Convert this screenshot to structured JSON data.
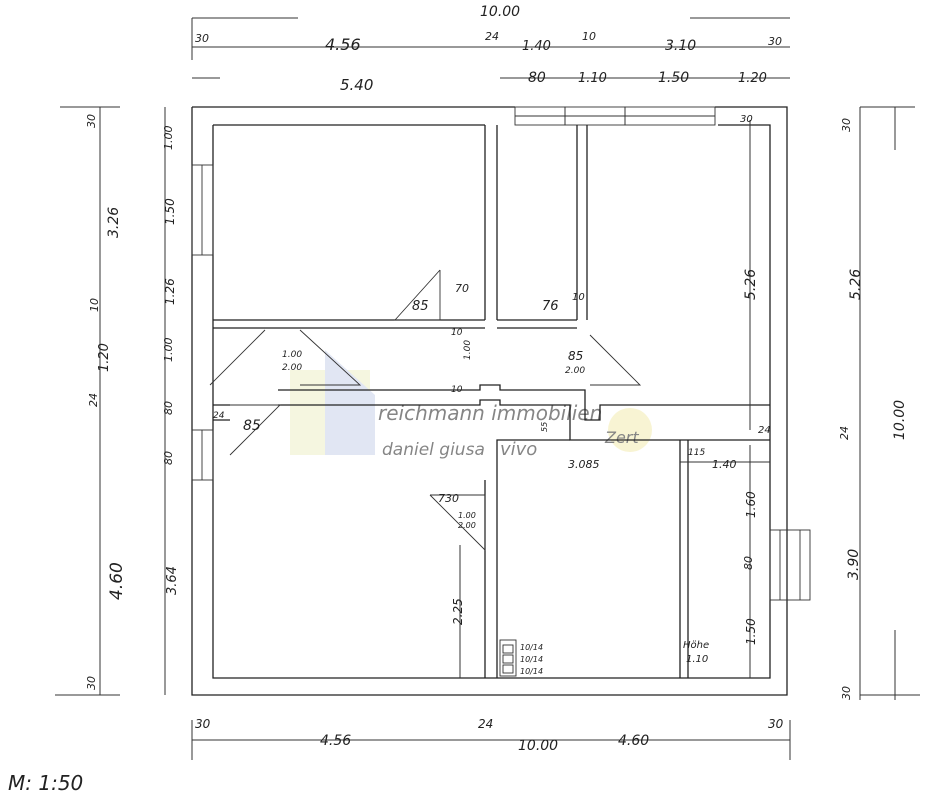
{
  "labels": {
    "top_total": "10.00",
    "top_left_room": "4.56",
    "top_left_offset": "30",
    "top_24": "24",
    "top_140": "1.40",
    "top_10": "10",
    "top_310": "3.10",
    "top_right_30": "30",
    "top_540": "5.40",
    "top_80": "80",
    "top_110": "1.10",
    "top_150": "1.50",
    "top_120": "1.20",
    "left_30": "30",
    "left_326": "3.26",
    "left_10": "10",
    "left_120": "1.20",
    "left_24": "24",
    "left_460": "4.60",
    "left_30b": "30",
    "in_100": "1.00",
    "in_150": "1.50",
    "in_126": "1.26",
    "in_100b": "1.00",
    "in_80": "80",
    "in_80b": "80",
    "in_364": "3.64",
    "right_30": "30",
    "right_526": "5.26",
    "right_24": "24",
    "right_1000": "10.00",
    "right_390": "3.90",
    "right_30b": "30",
    "room_526": "5.26",
    "room_160": "1.60",
    "room_80": "80",
    "room_150": "1.50",
    "room_140": "1.40",
    "room_115": "115",
    "room_24": "24",
    "room_30": "30",
    "door_85a": "85",
    "door_70": "70",
    "door_76": "76",
    "door_10a": "10",
    "door_85b": "85",
    "door_200": "2.00",
    "door_100": "1.00",
    "door_200b": "2.00",
    "door_100b": "1.00",
    "door_85c": "85",
    "door_24": "24",
    "door_730": "730",
    "door_100c": "1.00",
    "door_200c": "2.00",
    "door_10b": "10",
    "door_10c": "10",
    "door_55": "55",
    "door_3085": "3.085",
    "room_225": "2.25",
    "hohe_label": "Höhe",
    "hohe_value": "1.10",
    "chimney_1": "10/14",
    "chimney_2": "10/14",
    "chimney_3": "10/14",
    "bottom_30": "30",
    "bottom_456": "4.56",
    "bottom_24": "24",
    "bottom_1000": "10.00",
    "bottom_460": "4.60",
    "bottom_30b": "30",
    "scale": "M: 1:50"
  },
  "watermark": {
    "line1": "reichmann immobilien",
    "line2": "daniel giusa",
    "line3": "vivo",
    "badge": "Zert",
    "color": "#b8c4e0",
    "accent": "#e8e0a0"
  }
}
